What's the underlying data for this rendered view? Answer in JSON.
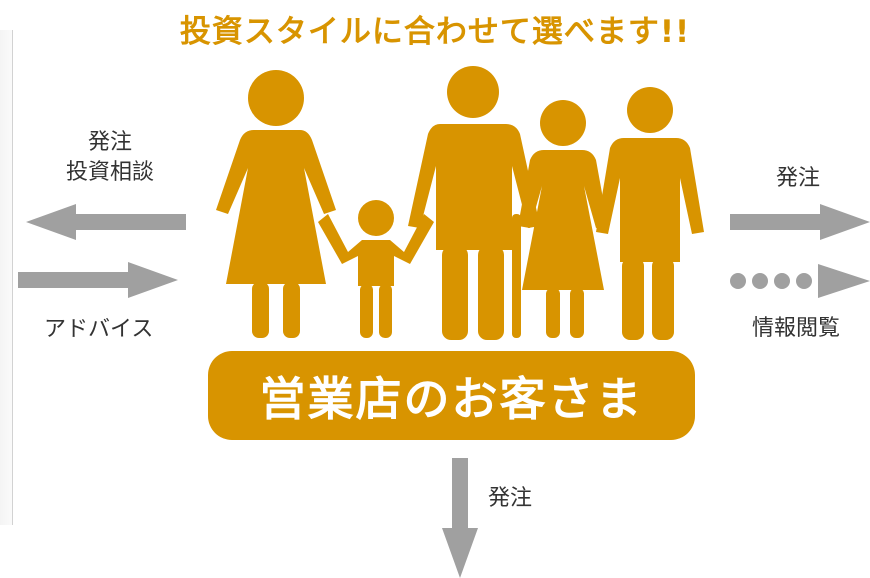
{
  "title": "投資スタイルに合わせて選べます!!",
  "customer_label": "営業店のお客さま",
  "left": {
    "order_line1": "発注",
    "order_line2": "投資相談",
    "advice": "アドバイス"
  },
  "right": {
    "order": "発注",
    "info": "情報閲覧"
  },
  "bottom": {
    "order": "発注"
  },
  "colors": {
    "accent": "#D89400",
    "arrow": "#A0A0A0",
    "text": "#333333"
  }
}
